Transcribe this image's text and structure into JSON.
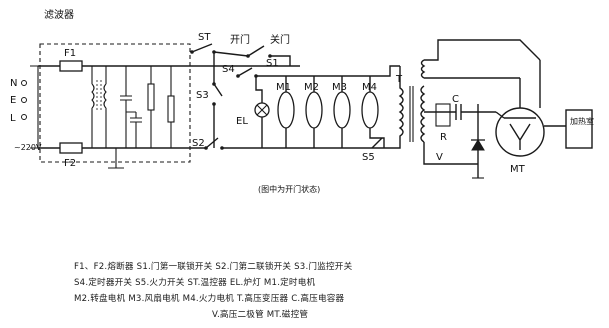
{
  "labels": {
    "filter": "滤波器",
    "n": "N",
    "e": "E",
    "l": "L",
    "voltage": "~220V",
    "f1": "F1",
    "f2": "F2",
    "st": "ST",
    "open_door": "开门",
    "close_door": "关门",
    "s4": "S4",
    "s1": "S1",
    "s3": "S3",
    "s2": "S2",
    "s5": "S5",
    "el": "EL",
    "m1": "M1",
    "m2": "M2",
    "m3": "M3",
    "m4": "M4",
    "t": "T",
    "r": "R",
    "c": "C",
    "v": "V",
    "mt": "MT",
    "heating_room": "加热室",
    "note": "(图中为开门状态)"
  },
  "legend": {
    "line1": "F1、F2.熔断器   S1.门第一联锁开关   S2.门第二联锁开关   S3.门监控开关",
    "line2": "S4.定时器开关   S5.火力开关   ST.温控器   EL.炉灯   M1.定时电机",
    "line3": "M2.转盘电机   M3.风扇电机   M4.火力电机   T.高压变压器   C.高压电容器",
    "line4": "V.高压二极管   MT.磁控管"
  }
}
